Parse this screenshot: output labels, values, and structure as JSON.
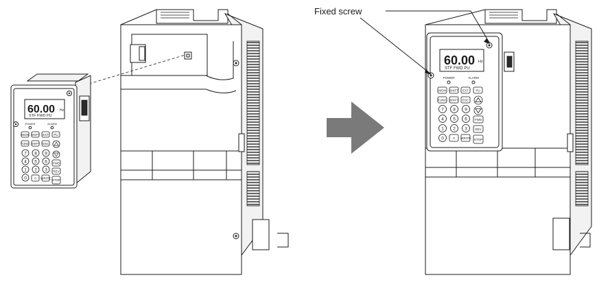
{
  "callout": {
    "label": "Fixed screw"
  },
  "panel": {
    "display_value": "60.00",
    "display_unit": "Hz",
    "status_text": "STF FWD PU",
    "power_label": "POWER",
    "alarm_label": "ALARM",
    "row1": [
      "MON",
      "SHIFT",
      "EXT",
      "PU"
    ],
    "row2": [
      "FUNC",
      "SHIFT",
      "ESC"
    ],
    "row3": [
      "7",
      "8",
      "9"
    ],
    "row4": [
      "4",
      "5",
      "6",
      "FWD"
    ],
    "row5": [
      "1",
      "2",
      "3",
      "REV"
    ],
    "row6": [
      "0",
      "WRITE",
      "STOP"
    ]
  },
  "colors": {
    "arrow": "#7a7a7a",
    "line": "#1a1a1a",
    "background": "#ffffff"
  }
}
